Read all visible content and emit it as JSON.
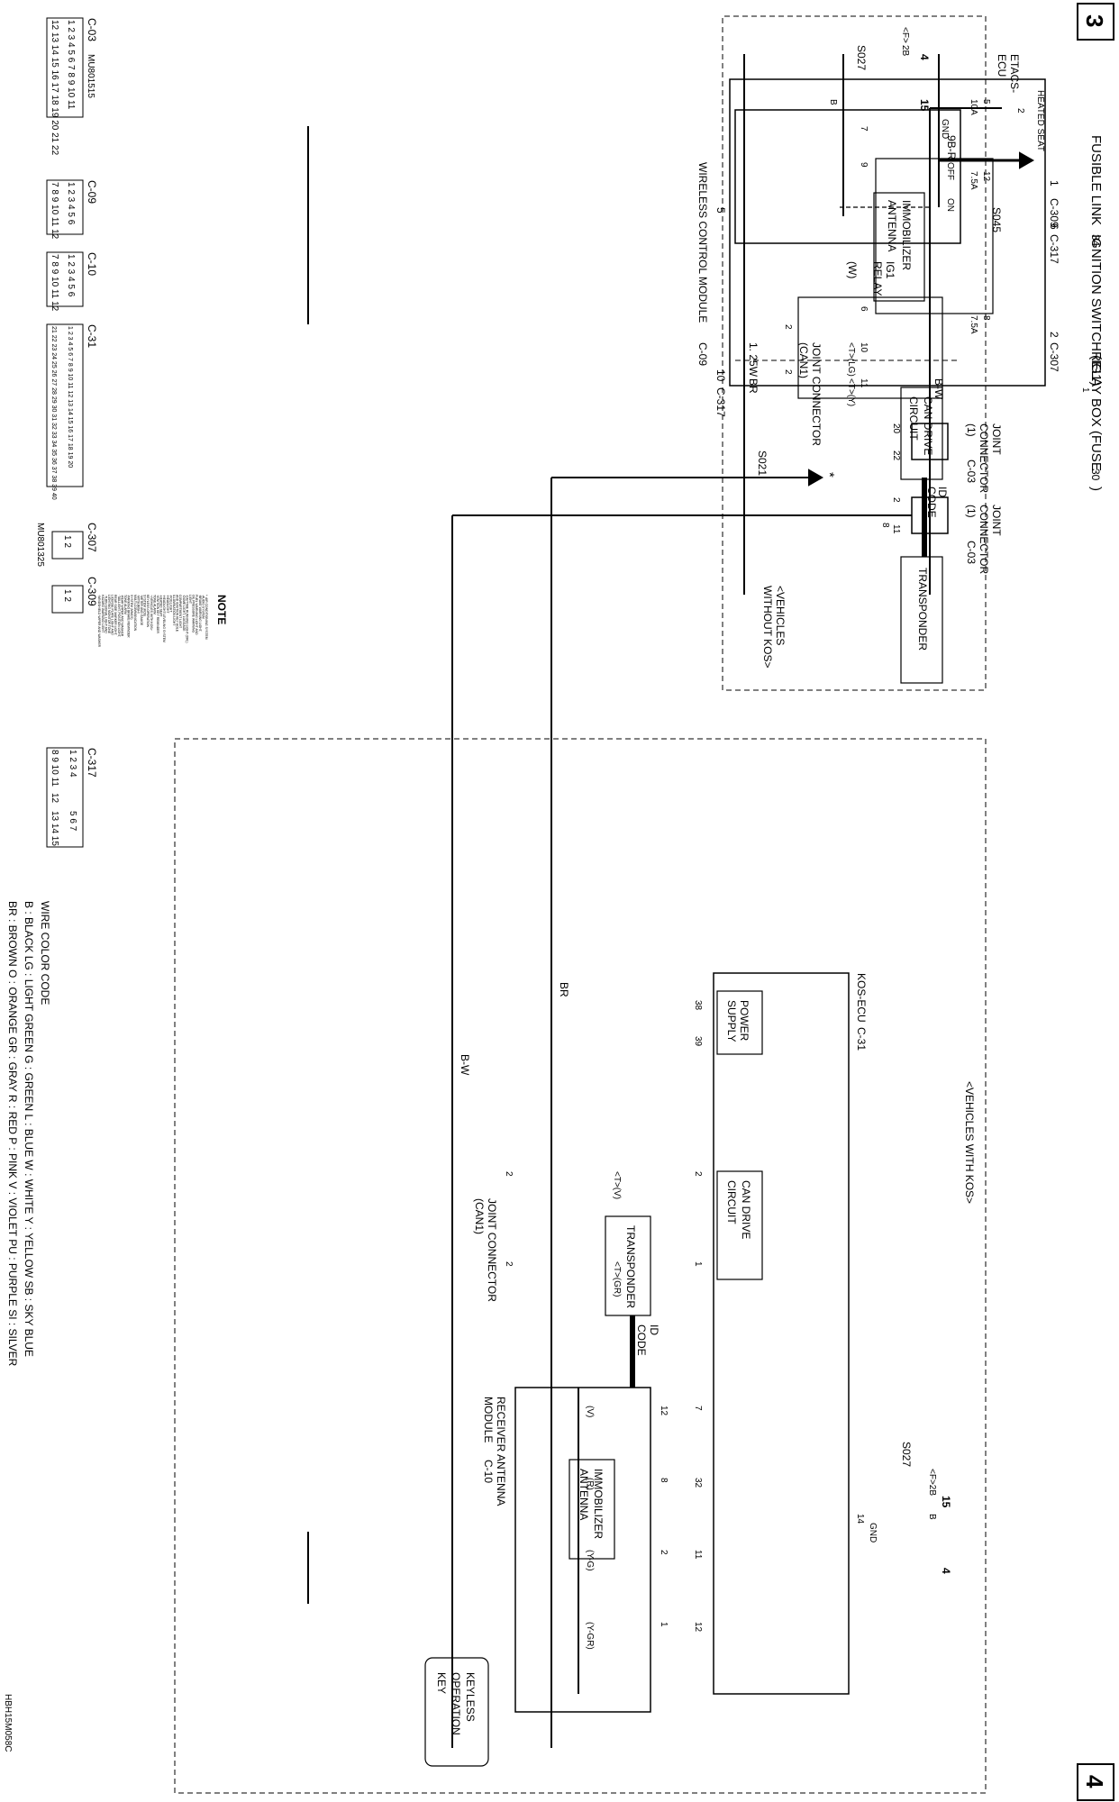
{
  "page": {
    "number_left": "3",
    "number_right": "4",
    "code": "HBH15M058C"
  },
  "top_power": {
    "fusible_link": "FUSIBLE LINK",
    "fusible_link_num": "34",
    "ignition_switch": "IGNITION SWITCH (IG1)",
    "relay_box": "RELAY BOX (FUSE",
    "relay_box_fuse_num": "30",
    "relay_box_close": ")",
    "heated_seat": "HEATED SEAT",
    "wire_9b_r": "9B-R",
    "wire_w": "(W)",
    "wire_125w": "1. 25W",
    "splice_s045": "S045",
    "conn_c309": "C-309",
    "conn_c317": "C-317",
    "conn_c307": "C-307",
    "pin_1": "1",
    "pin_6": "6",
    "pin_2": "2",
    "badge_1": "1",
    "badge_2": "2"
  },
  "etacs": {
    "label_a": "ETACS-",
    "label_b": "ECU",
    "fuse5_num": "5",
    "fuse5_val": "10A",
    "fuse12_num": "12",
    "fuse12_val": "7.5A",
    "fuse8_num": "8",
    "fuse8_val": "7.5A",
    "off": "OFF",
    "on": "ON",
    "ig1_relay_a": "IG1",
    "ig1_relay_b": "RELAY",
    "pin_5": "5",
    "pin_10": "10",
    "conn_c317": "C-317"
  },
  "joint_connectors": {
    "label_line1": "JOINT",
    "label_line2": "CONNECTOR",
    "label_line3": "(1)",
    "conn": "C-03",
    "pins": [
      "20",
      "22",
      "2",
      "11",
      "8"
    ],
    "wire_bw": "B-W",
    "wire_br": "BR",
    "splice_s021": "S021",
    "star": "*"
  },
  "wcm": {
    "title": "WIRELESS CONTROL MODULE",
    "conn": "C-09",
    "gnd": "GND",
    "pins": [
      "7",
      "9",
      "6",
      "10",
      "11"
    ],
    "immobilizer_a": "IMMOBILIZER",
    "immobilizer_b": "ANTENNA",
    "can_a": "CAN DRIVE",
    "can_b": "CIRCUIT",
    "id_a": "ID",
    "id_b": "CODE",
    "transponder": "TRANSPONDER",
    "joint_can_a": "JOINT CONNECTOR",
    "joint_can_b": "(CAN1)",
    "t_lg": "<T>(LG)",
    "t_y": "<T>(Y)",
    "badge_2": "2",
    "vehicles_without_a": "<VEHICLES",
    "vehicles_without_b": "WITHOUT KOS>",
    "splice_s027": "S027",
    "wire_f2b": "<F>",
    "wire_2b": "2B",
    "wire_b": "B",
    "badge_4": "4",
    "badge_15": "15"
  },
  "kos": {
    "vehicles_with": "<VEHICLES WITH KOS>",
    "ecu": "KOS-ECU",
    "ecu_conn": "C-31",
    "pins": [
      "38",
      "39",
      "2",
      "1",
      "7",
      "32",
      "11",
      "12",
      "14"
    ],
    "power_a": "POWER",
    "power_b": "SUPPLY",
    "can_a": "CAN DRIVE",
    "can_b": "CIRCUIT",
    "joint_can_a": "JOINT CONNECTOR",
    "joint_can_b": "(CAN1)",
    "t_v": "<T>(V)",
    "t_gr": "<T>(GR)",
    "badge_2": "2",
    "wire_br": "BR",
    "wire_bw": "B-W",
    "transponder": "TRANSPONDER",
    "id_a": "ID",
    "id_b": "CODE",
    "receiver_a": "RECEIVER ANTENNA",
    "receiver_b": "MODULE",
    "receiver_conn": "C-10",
    "rcv_pins": [
      "12",
      "8",
      "2",
      "1"
    ],
    "immobilizer_a": "IMMOBILIZER",
    "immobilizer_b": "ANTENNA",
    "keyless_a": "KEYLESS",
    "keyless_b": "OPERATION",
    "keyless_c": "KEY",
    "wire_v": "(V)",
    "wire_r": "(R)",
    "wire_yg": "(Y-G)",
    "wire_ygr": "(Y-GR)",
    "gnd": "GND",
    "splice_s027": "S027",
    "wire_f2b": "<F>2B",
    "wire_b": "B",
    "badge_15": "15",
    "badge_4": "4"
  },
  "note": {
    "title": "NOTE",
    "lines": [
      "*: AIR CONDITIONING SYSTEM",
      "·AUDIO SYSTEM",
      "·BRAKE WARNING LIGHT,",
      " FUEL WARNING LIGHT AND",
      " OIL PRESSURE WARNING",
      " LIGHT",
      "·DAYTIME RUNNING LIGHT (DRL)",
      "·DOME LIGHT, LUGGAGE",
      " COMPARTMENT LIGHT",
      " AND IGNITION KEY HOLE",
      " ILLUMINATION LIGHT",
      "·FOG LIGHT",
      "·HEADLIGHT",
      "·HEADLIGHT LEVELING SYSTEM",
      "·HEATED SEAT",
      "·IGNITION KEY REMINDER",
      " TONE ALARM",
      "·<VEHICLES WITH KOS>",
      " KEYLESS OPERATION",
      " SYSTEM (KOS)",
      "·METER AND GAUGE",
      "·MITSUBISHI",
      " MULTI-COMMUNICATION",
      " SYSTEM (MMCS)",
      "·PARKING BRAKE REMINDER",
      " TONE ALARM",
      "·REAR WIPER AND WASHER",
      "·TAILLIGHT, POSITION LIGHT,",
      " REAR SIDE MARKER LIGHT,",
      " LICENSE PLATE LIGHT AND",
      " LIGHTING MONITOR TONE",
      "·TURN-SIGNAL LIGHT AND",
      " HAZARD WARNING LIGHT",
      "·WINDSHIELD WIPER AND WASHER"
    ]
  },
  "connector_panel": {
    "c03": {
      "name": "C-03",
      "part": "MU801515",
      "row1": "1 2 3 4 5 6 7 8 9 10 11",
      "row2": "12 13 14 15 16 17 18 19 20 21 22"
    },
    "c09": {
      "name": "C-09",
      "row1": "1 2 3 4 5 6",
      "row2": "7 8 9 10 11 12"
    },
    "c10": {
      "name": "C-10",
      "row1": "1 2 3 4 5 6",
      "row2": "7 8 9 10 11 12"
    },
    "c31": {
      "name": "C-31",
      "row1": "1 2 3 4 5 6 7 8 9 10 11 12 13 14 15 16 17 18 19 20",
      "row2": "21 22 23 24 25 26 27 28 29 30 31 32 33 34 35 36 37 38 39 40"
    },
    "c307": {
      "name": "C-307",
      "part": "MU801325",
      "row1": "1 2"
    },
    "c309": {
      "name": "C-309",
      "row1": "1 2"
    },
    "c317": {
      "name": "C-317",
      "row1": "1 2 3 4",
      "row1b": "5 6 7",
      "row2": "8 9 10 11",
      "mid": "12",
      "row2b": "13 14 15"
    }
  },
  "wire_color_code": {
    "title": "WIRE COLOR CODE",
    "line1": "B : BLACK   LG : LIGHT GREEN   G : GREEN   L : BLUE   W : WHITE   Y : YELLOW   SB : SKY BLUE",
    "line2": "BR : BROWN   O : ORANGE   GR : GRAY   R : RED   P : PINK   V : VIOLET   PU : PURPLE   SI : SILVER"
  },
  "colors": {
    "line": "#000000",
    "background": "#ffffff"
  }
}
